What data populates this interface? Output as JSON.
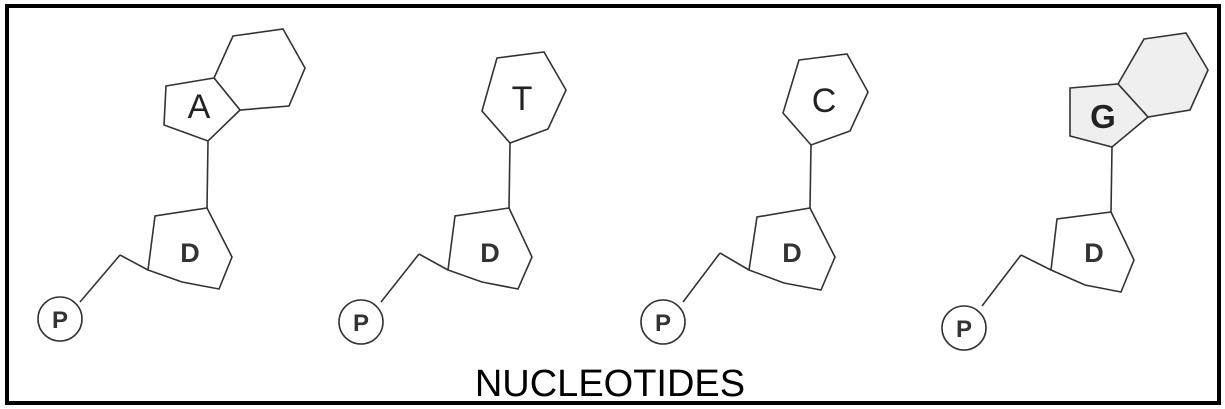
{
  "title": "NUCLEOTIDES",
  "sugar_label": "D",
  "phosphate_label": "P",
  "colors": {
    "outline": "#000000",
    "stroke": "#333333",
    "guanine_fill": "#efefef",
    "background": "#ffffff"
  },
  "nucleotides": [
    {
      "base": "A",
      "ring": "purine"
    },
    {
      "base": "T",
      "ring": "pyrimidine"
    },
    {
      "base": "C",
      "ring": "pyrimidine"
    },
    {
      "base": "G",
      "ring": "purine"
    }
  ]
}
